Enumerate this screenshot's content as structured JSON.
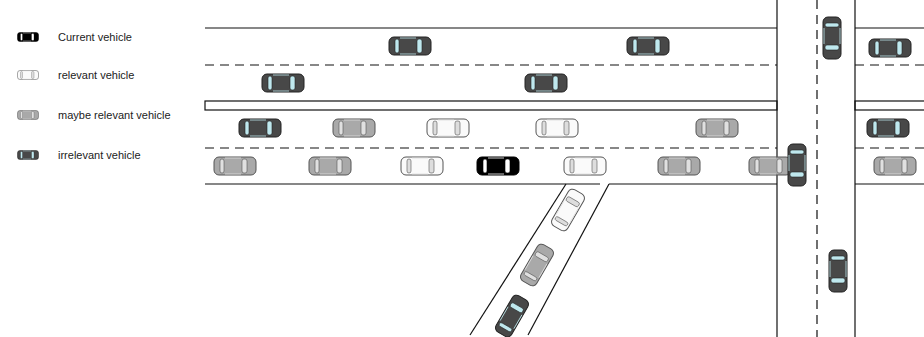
{
  "diagram": {
    "legend": [
      {
        "text": "Current vehicle"
      },
      {
        "text": "relevant vehicle"
      },
      {
        "text": "maybe relevant vehicle"
      },
      {
        "text": "irrelevant vehicle"
      }
    ]
  }
}
